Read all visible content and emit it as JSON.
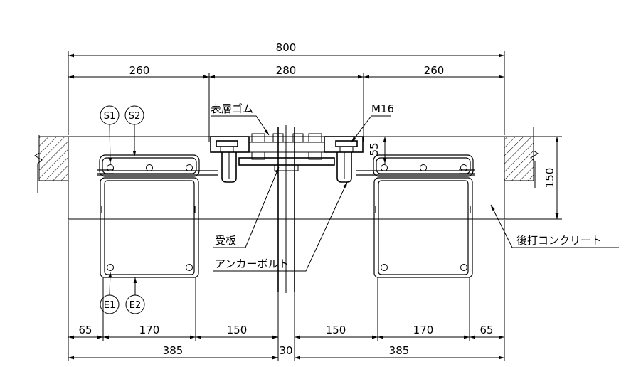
{
  "dimensions": {
    "top_total": "800",
    "top_left": "260",
    "top_mid": "280",
    "top_right": "260",
    "bottom_row1": [
      "65",
      "170",
      "150",
      "150",
      "170",
      "65"
    ],
    "bottom_row2": [
      "385",
      "30",
      "385"
    ],
    "gap_height": "55",
    "slab_height": "150"
  },
  "labels": {
    "surface_rubber": "表層ゴム",
    "bolt_size": "M16",
    "receiving_plate": "受板",
    "anchor_bolt": "アンカーボルト",
    "post_concrete": "後打コンクリート"
  },
  "rebar_marks": {
    "s1": "S1",
    "s2": "S2",
    "e1": "E1",
    "e2": "E2"
  }
}
